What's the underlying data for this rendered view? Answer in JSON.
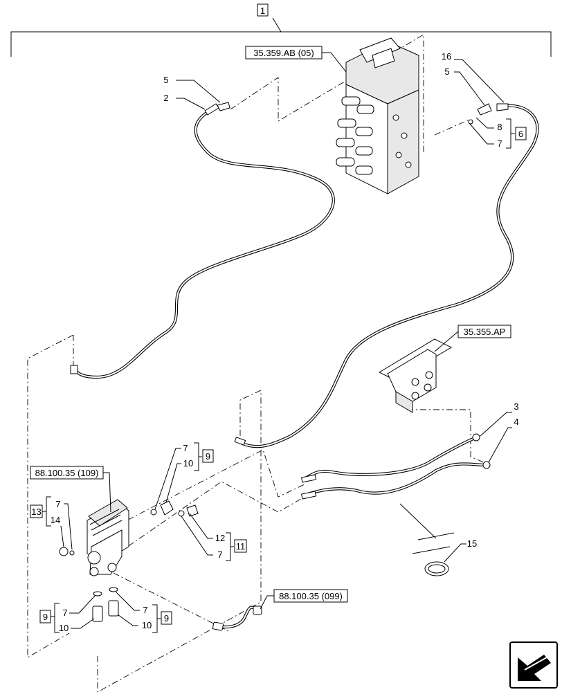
{
  "colors": {
    "line": "#000000",
    "background": "#ffffff"
  },
  "assembly_label": "1",
  "references": {
    "valve_block": "35.359.AB (05)",
    "pedal_block": "35.355.AP",
    "filter_block": "88.100.35 (109)",
    "sensor_block": "88.100.35 (099)"
  },
  "callouts": {
    "top_left_5": "5",
    "top_left_2": "2",
    "top_right_16": "16",
    "top_right_5": "5",
    "top_right_8": "8",
    "top_right_7": "7",
    "group_6": "6",
    "right_3": "3",
    "right_4": "4",
    "clip_15": "15",
    "mid_7": "7",
    "mid_10": "10",
    "group_9_mid": "9",
    "group_13": "13",
    "left_7": "7",
    "left_14": "14",
    "right_12": "12",
    "right_7b": "7",
    "group_11": "11",
    "bottom_left_7": "7",
    "bottom_left_10": "10",
    "group_9_left": "9",
    "bottom_right_7": "7",
    "bottom_right_10": "10",
    "group_9_right": "9"
  },
  "icons": {
    "navigation": "arrow-back-icon"
  }
}
